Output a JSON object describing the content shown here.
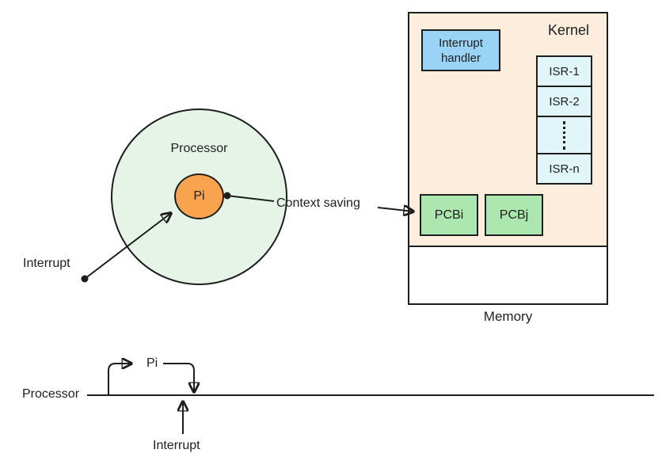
{
  "colors": {
    "stroke": "#1e1e1e",
    "kernel-bg": "#FCEDDD",
    "handler-bg": "#99D3F5",
    "isr-bg": "#E1F6F8",
    "pcb-bg": "#ABE7AE",
    "processor-bg": "#E5F4E6",
    "pi-bg": "#F9A34F"
  },
  "processor_diagram": {
    "processor_label": "Processor",
    "process_label": "Pi",
    "interrupt_label": "Interrupt",
    "context_saving_label": "Context saving"
  },
  "memory_diagram": {
    "kernel_label": "Kernel",
    "memory_label": "Memory",
    "interrupt_handler_label": "Interrupt handler",
    "isr_items": [
      "ISR-1",
      "ISR-2",
      "ISR-n"
    ],
    "isr_ellipsis_icon": "vertical-dots",
    "pcb_items": [
      "PCBi",
      "PCBj"
    ]
  },
  "timeline": {
    "processor_label": "Processor",
    "process_label": "Pi",
    "interrupt_label": "Interrupt"
  }
}
